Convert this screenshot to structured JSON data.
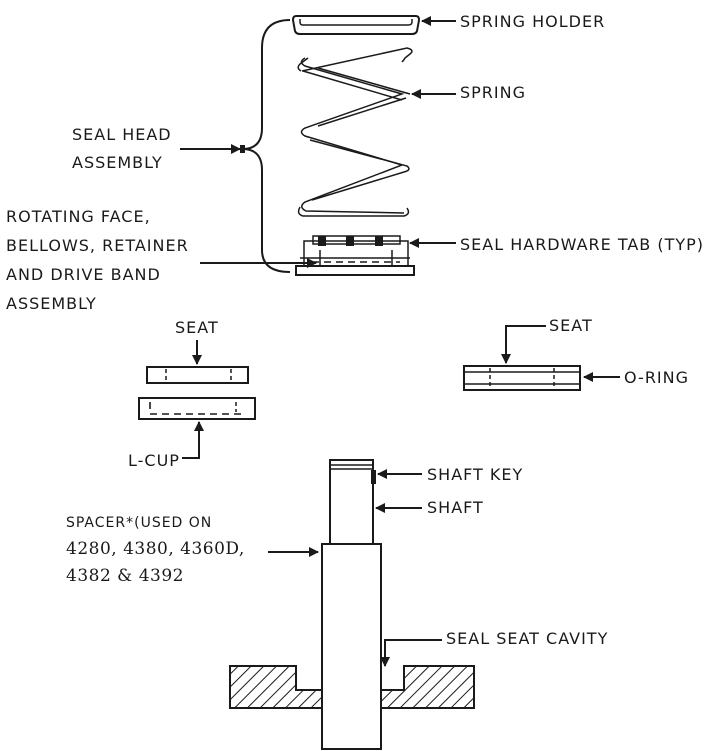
{
  "labels": {
    "spring_holder": "SPRING HOLDER",
    "spring": "SPRING",
    "seal_head_line1": "SEAL HEAD",
    "seal_head_line2": "ASSEMBLY",
    "rotating_line1": "ROTATING FACE,",
    "rotating_line2": "BELLOWS, RETAINER",
    "rotating_line3": "AND DRIVE BAND",
    "rotating_line4": "ASSEMBLY",
    "seal_hardware_tab": "SEAL HARDWARE TAB (TYP)",
    "seat_left": "SEAT",
    "l_cup": "L-CUP",
    "seat_right": "SEAT",
    "o_ring": "O-RING",
    "shaft_key": "SHAFT KEY",
    "shaft": "SHAFT",
    "spacer_line1": "SPACER*(USED ON",
    "spacer_line2": "4280,  4380, 4360D,",
    "spacer_line3": "4382 & 4392",
    "seal_seat_cavity": "SEAL SEAT CAVITY"
  }
}
